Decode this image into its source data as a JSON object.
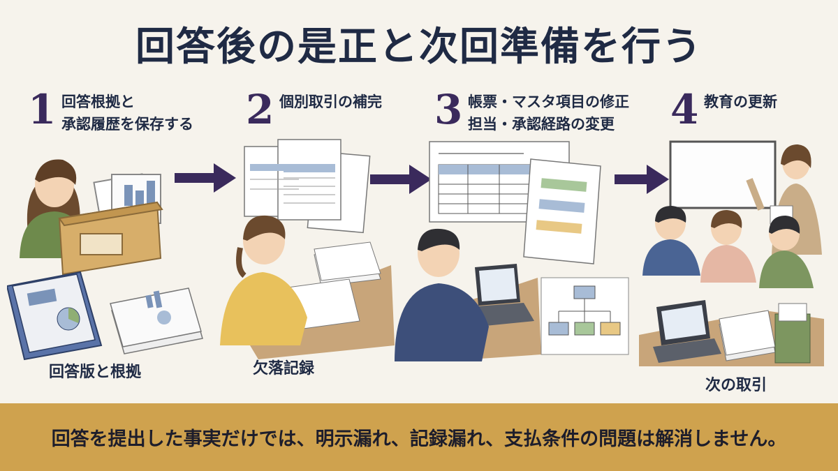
{
  "title": "回答後の是正と次回準備を行う",
  "steps": [
    {
      "number": "1",
      "line1": "回答根拠と",
      "line2": "承認履歴を保存する",
      "caption": "回答版と根拠"
    },
    {
      "number": "2",
      "line1": "個別取引の補完",
      "line2": "",
      "caption": "欠落記録"
    },
    {
      "number": "3",
      "line1": "帳票・マスタ項目の修正",
      "line2": "担当・承認経路の変更",
      "caption": ""
    },
    {
      "number": "4",
      "line1": "教育の更新",
      "line2": "",
      "caption": "次の取引"
    }
  ],
  "footer": "回答を提出した事実だけでは、明示漏れ、記録漏れ、支払条件の問題は解消しません。",
  "colors": {
    "navy": "#1f2a44",
    "arrow": "#3a2a5c",
    "footer_bg": "#cfa24e",
    "background": "#f6f3ec"
  }
}
